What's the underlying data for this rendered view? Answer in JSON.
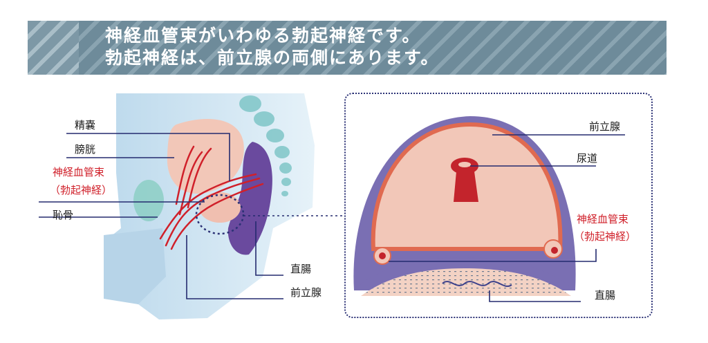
{
  "banner": {
    "line1": "神経血管束がいわゆる勃起神経です。",
    "line2": "勃起神経は、前立腺の両側にあります。"
  },
  "left_labels": {
    "seminal_vesicle": "精嚢",
    "bladder": "膀胱",
    "nerve_bundle_1": "神経血管束",
    "nerve_bundle_2": "（勃起神経）",
    "pubic_bone": "恥骨",
    "rectum": "直腸",
    "prostate": "前立腺"
  },
  "right_labels": {
    "prostate": "前立腺",
    "urethra": "尿道",
    "nerve_bundle_1": "神経血管束",
    "nerve_bundle_2": "（勃起神経）",
    "rectum": "直腸"
  },
  "colors": {
    "label_line": "#232a6e",
    "accent_red": "#d0202a",
    "prostate_fill": "#f2c7b8",
    "rectum_purple": "#6a4a9e",
    "body_blue": "#cfe5f3"
  }
}
